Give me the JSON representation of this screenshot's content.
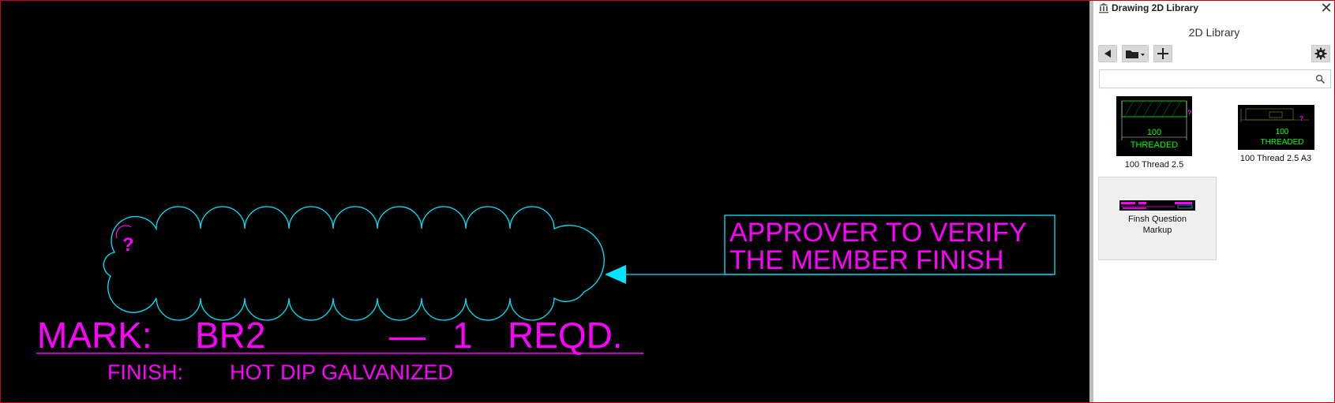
{
  "drawing": {
    "callout_line1": "APPROVER TO VERIFY",
    "callout_line2": "THE MEMBER FINISH",
    "question_mark": "?",
    "mark_prefix": "MARK:",
    "mark_value": "BR2",
    "dash": "—",
    "quantity": "1",
    "reqd": "REQD.",
    "finish_prefix": "FINISH:",
    "finish_value": "HOT DIP GALVANIZED",
    "colors": {
      "magenta": "#ff00ff",
      "cyan": "#00e5ff",
      "green": "#00ff00",
      "background": "#000000"
    }
  },
  "panel": {
    "title": "Drawing 2D Library",
    "library_name": "2D Library",
    "toolbar": {
      "back_icon": "back-triangle-icon",
      "folder_icon": "folder-dropdown-icon",
      "add_icon": "plus-icon",
      "settings_icon": "gear-icon"
    },
    "search": {
      "value": "",
      "placeholder": ""
    },
    "items": [
      {
        "label": "100 Thread 2.5",
        "thumb_value": "100",
        "thumb_text": "THREADED",
        "thumb_mark": "?"
      },
      {
        "label": "100 Thread 2.5 A3",
        "thumb_value": "100",
        "thumb_text": "THREADED",
        "thumb_mark": "?"
      },
      {
        "label_line1": "Finsh Question",
        "label_line2": "Markup"
      }
    ]
  }
}
